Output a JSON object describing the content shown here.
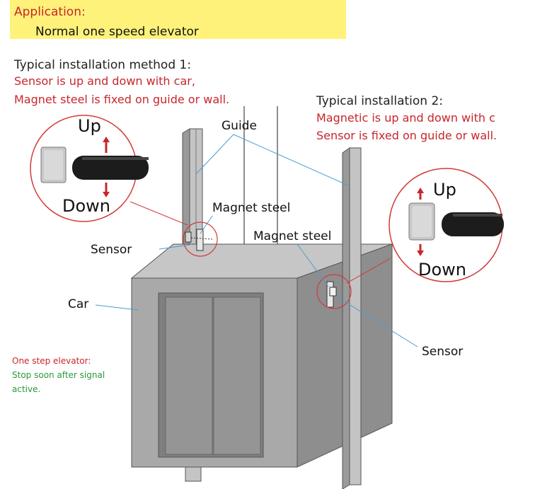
{
  "banner": {
    "heading": "Application:",
    "subheading": "Normal one speed elevator"
  },
  "method1": {
    "title": "Typical installation method 1:",
    "line1": "Sensor is up and down with car,",
    "line2": "Magnet steel is fixed on guide or wall."
  },
  "method2": {
    "title": "Typical installation 2:",
    "line1": "Magnetic  is up and down with c",
    "line2": "Sensor is fixed on guide or wall."
  },
  "labels": {
    "guide": "Guide",
    "magnet_steel_left": "Magnet steel",
    "magnet_steel_right": "Magnet steel",
    "sensor_left": "Sensor",
    "sensor_right": "Sensor",
    "car": "Car",
    "up_left": "Up",
    "down_left": "Down",
    "up_right": "Up",
    "down_right": "Down"
  },
  "note": {
    "line1": "One step elevator:",
    "line2": " Stop soon after signal",
    "line3": "active."
  },
  "colors": {
    "banner_bg": "#fef27a",
    "red_text": "#c8262b",
    "green_text": "#2a9a3a",
    "leader_blue": "#4a9ed0",
    "car_front": "#a9a9a9",
    "car_top": "#c6c6c6",
    "car_side": "#8e8e8e",
    "door": "#8a8a8a"
  }
}
